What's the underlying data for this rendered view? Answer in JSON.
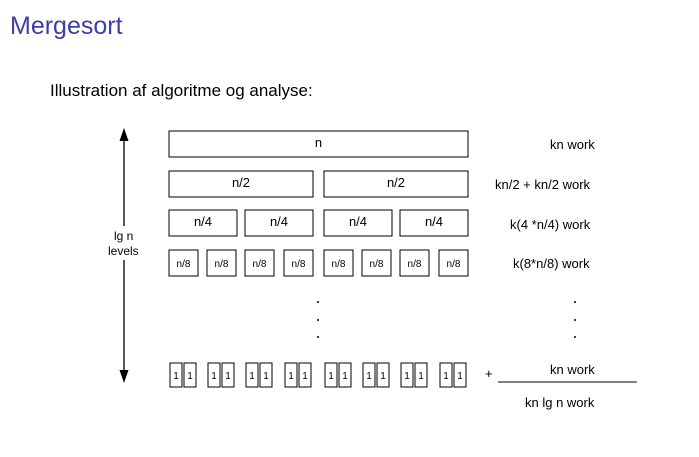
{
  "slide": {
    "title": "Mergesort",
    "subtitle": "Illustration af algoritme og analyse:"
  },
  "diagram": {
    "levels_label": [
      "lg n",
      "levels"
    ],
    "rows": [
      {
        "boxes": [
          "n"
        ],
        "work": "kn work"
      },
      {
        "boxes": [
          "n/2",
          "n/2"
        ],
        "work": "kn/2 + kn/2 work"
      },
      {
        "boxes": [
          "n/4",
          "n/4",
          "n/4",
          "n/4"
        ],
        "work": "k(4 *n/4) work"
      },
      {
        "boxes": [
          "n/8",
          "n/8",
          "n/8",
          "n/8",
          "n/8",
          "n/8",
          "n/8",
          "n/8"
        ],
        "work": "k(8*n/8) work"
      }
    ],
    "leaf_label": "1",
    "leaf_count": 16,
    "plus_sign": "+",
    "last_row_work": "kn work",
    "total_work": "kn lg n work"
  }
}
